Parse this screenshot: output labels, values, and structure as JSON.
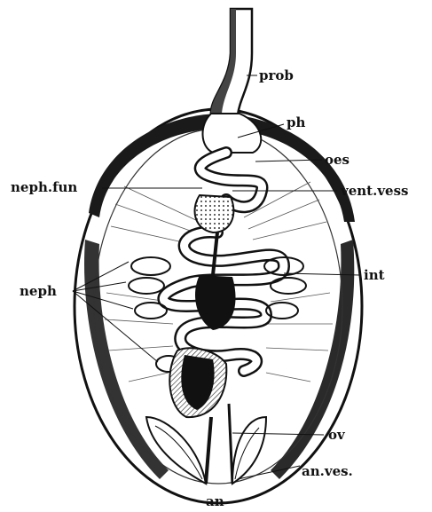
{
  "figure": {
    "labels": {
      "prob": "prob",
      "ph": "ph",
      "oes": "oes",
      "neph_fun": "neph.fun",
      "vent_vess": "vent.vess",
      "neph": "neph",
      "int": "int",
      "ov": "ov",
      "an_ves": "an.ves.",
      "an": "an"
    }
  }
}
